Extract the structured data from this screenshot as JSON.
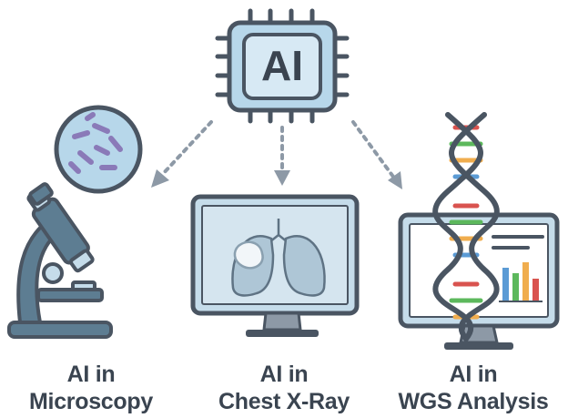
{
  "chip": {
    "label": "AI"
  },
  "captions": {
    "microscopy": {
      "line1": "AI in",
      "line2": "Microscopy"
    },
    "xray": {
      "line1": "AI in",
      "line2": "Chest X-Ray"
    },
    "wgs": {
      "line1": "AI in",
      "line2": "WGS Analysis"
    }
  },
  "colors": {
    "outline": "#4a5562",
    "chip_fill": "#b7d7ea",
    "screen_fill": "#c5dcea",
    "microscope": "#5d7d92",
    "bacteria": "#8a7ab8",
    "arrow": "#8d99a6",
    "dna_red": "#d9534f",
    "dna_green": "#5cb85c",
    "dna_orange": "#f0ad4e",
    "dna_blue": "#5b9bd5"
  },
  "icons": [
    "ai-chip-icon",
    "microscope-icon",
    "petri-dish-icon",
    "xray-monitor-icon",
    "lungs-icon",
    "dna-helix-icon",
    "bar-chart-icon"
  ]
}
